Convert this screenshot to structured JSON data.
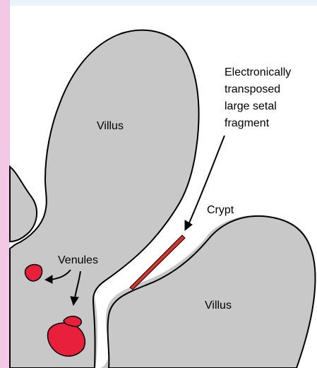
{
  "labels": {
    "villus_upper": "Villus",
    "villus_lower": "Villus",
    "crypt": "Crypt",
    "venules": "Venules",
    "fragment_line1": "Electronically",
    "fragment_line2": "transposed",
    "fragment_line3": "large setal",
    "fragment_line4": "fragment"
  },
  "colors": {
    "tissue": "#c8c8c8",
    "lumen": "#ffffff",
    "outline": "#000000",
    "venule_fill": "#e8203c",
    "fragment_fill": "#d8342c",
    "border_left": "#f3c8e6",
    "border_top": "#e9f3fb"
  }
}
